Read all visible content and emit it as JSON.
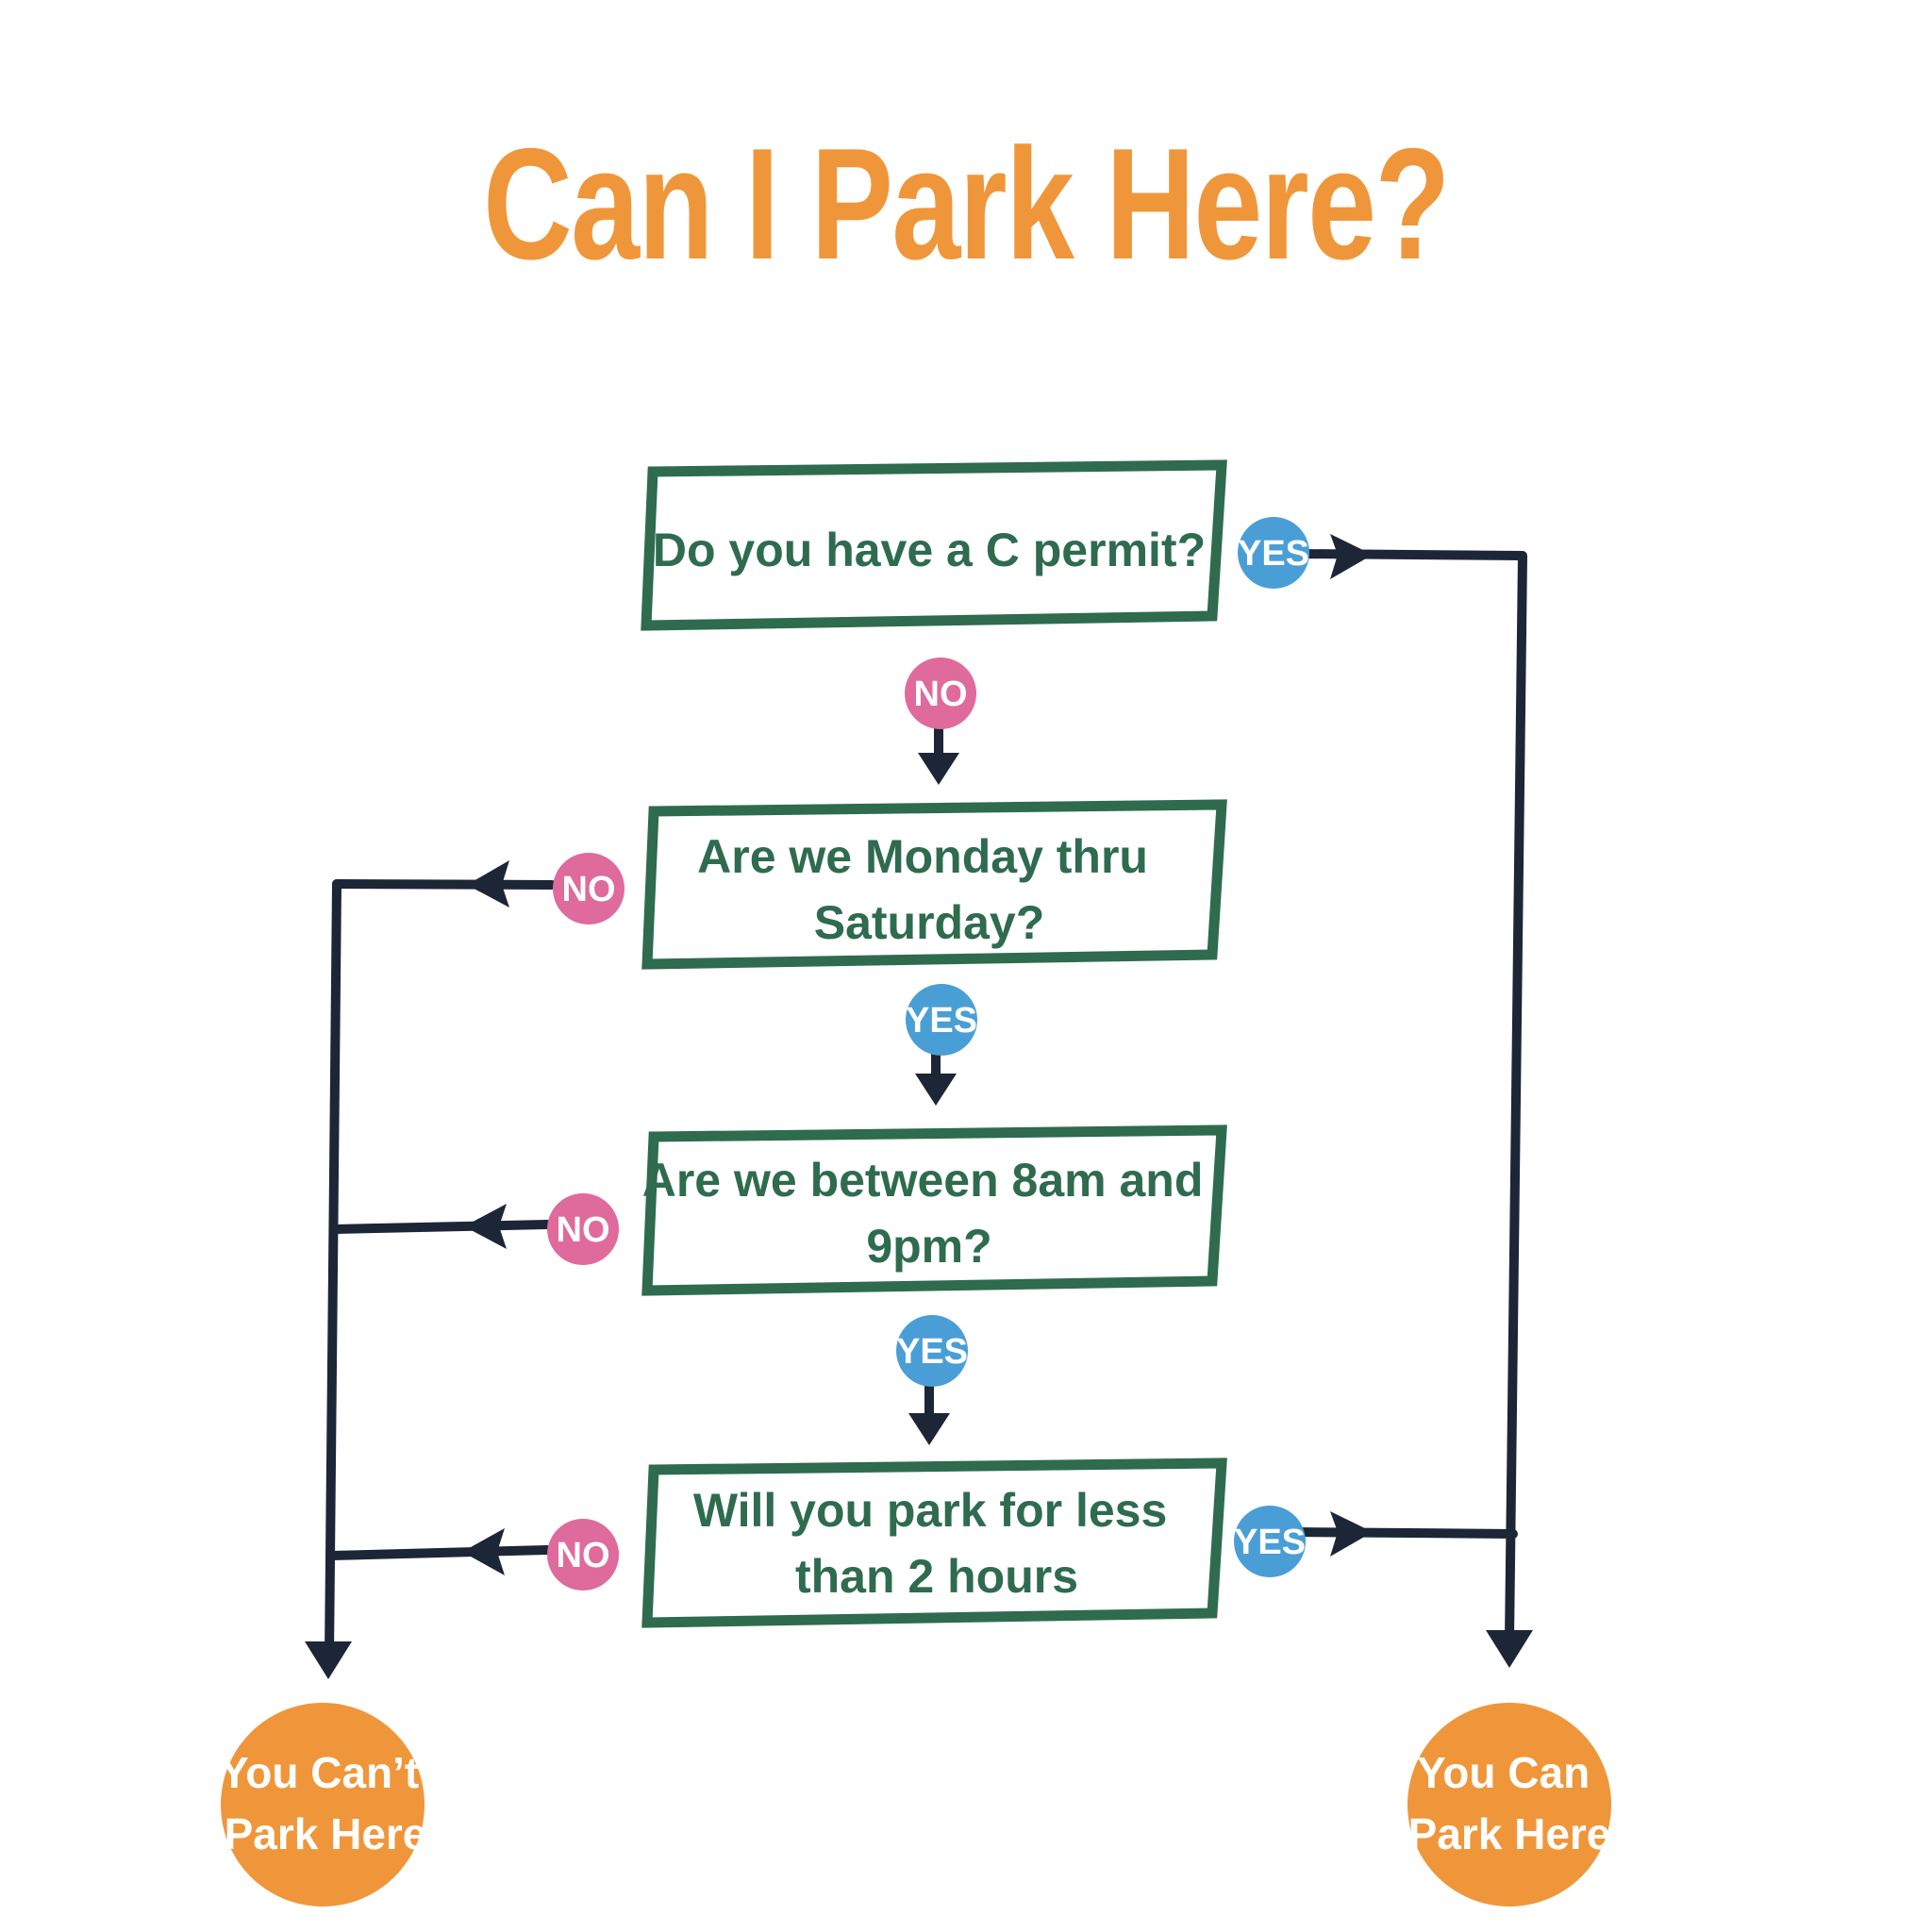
{
  "title": "Can I Park Here?",
  "colors": {
    "title": "#f0963a",
    "box_stroke": "#2e6b4f",
    "question_text": "#2e6b4f",
    "yes": "#4a9ed6",
    "no": "#df6a9c",
    "terminal": "#f0963a",
    "connector": "#1c2636"
  },
  "questions": [
    {
      "lines": [
        "Do you have a C permit?"
      ]
    },
    {
      "lines": [
        "Are we Monday thru",
        "Saturday?"
      ]
    },
    {
      "lines": [
        "Are we between 8am and",
        "9pm?"
      ]
    },
    {
      "lines": [
        "Will you park for less",
        "than 2 hours"
      ]
    }
  ],
  "badges": {
    "yes": "YES",
    "no": "NO"
  },
  "outcomes": {
    "cannot": [
      "You Can’t",
      "Park Here"
    ],
    "can": [
      "You Can",
      "Park Here"
    ]
  }
}
